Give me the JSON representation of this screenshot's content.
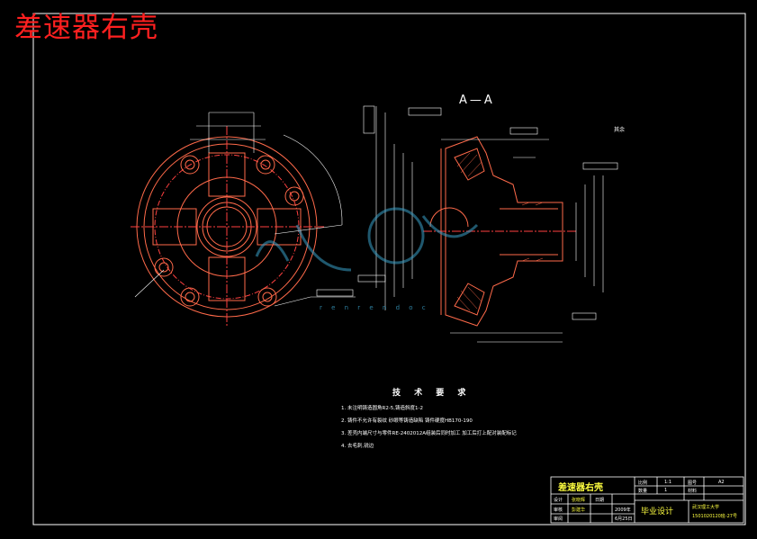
{
  "drawing": {
    "title": "差速器右壳",
    "section_label": "A—A",
    "roughness_note": "其余",
    "watermark": "r e n r e n d o c",
    "colors": {
      "background": "#000000",
      "title_red": "#ff2020",
      "part_outline": "#ff6a4a",
      "dimension": "#ffffff",
      "centerline": "#ff4040",
      "title_block": "#ffffff",
      "title_block_text": "#ffff40",
      "watermark": "#3aa0c8"
    }
  },
  "requirements": {
    "heading": "技 术 要 求",
    "items": [
      "1. 未注明铸造圆角R2-5,铸造斜度1-2",
      "2. 铸件不允许有裂纹 砂眼等铸造缺陷 铸件硬度HB170-190",
      "3. 差壳内端尺寸与零件RE-2402012A组装后同时加工 加工后打上配对装配标记",
      "4. 去毛刺,锐边"
    ]
  },
  "title_block": {
    "part_name": "差速器右壳",
    "scale_label": "比例",
    "scale_value": "1:1",
    "drawing_no_label": "图号",
    "drawing_no_value": "A2",
    "qty_label": "数量",
    "qty_value": "1",
    "material_label": "材料",
    "designer_label": "设计",
    "designer_name": "张晓辉",
    "checker_label": "审核",
    "checker_name": "彭建华",
    "date_label": "日期",
    "date_year": "2009年",
    "date_day": "6月25日",
    "approve_label": "审阅",
    "project": "毕业设计",
    "school": "武汉理工大学",
    "class_code": "1501020120班-27号"
  }
}
